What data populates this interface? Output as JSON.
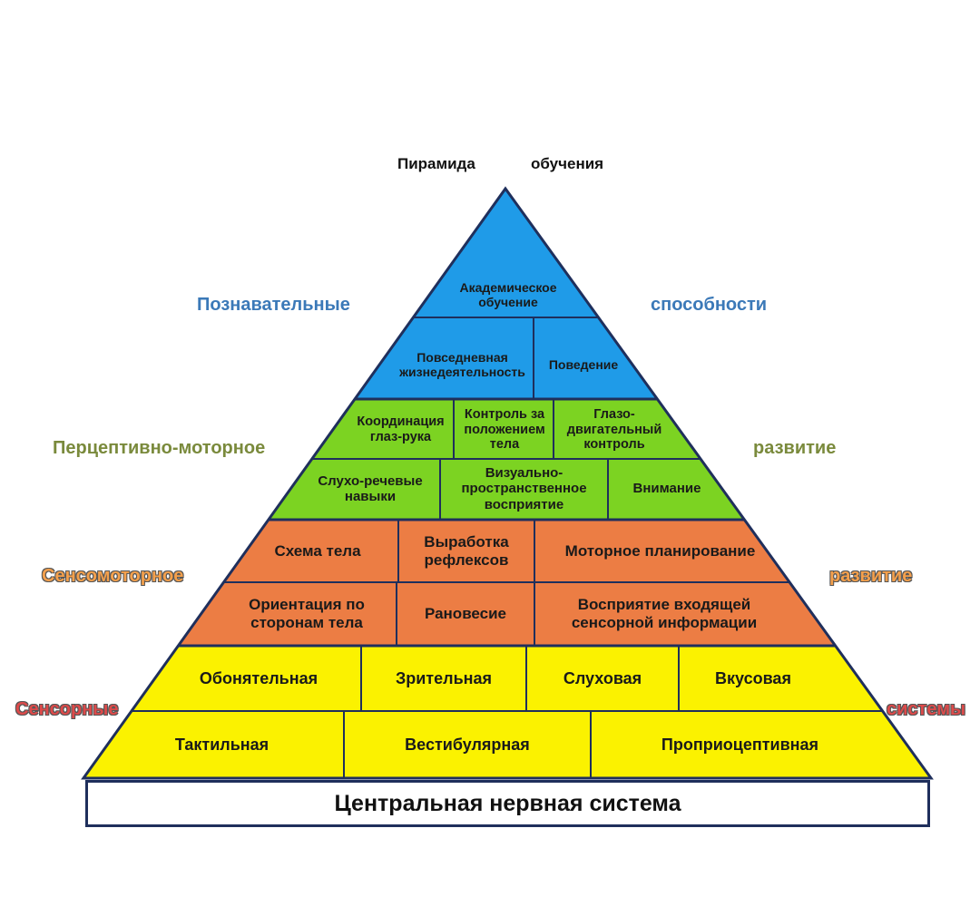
{
  "title": {
    "word1": "Пирамида",
    "word2": "обучения"
  },
  "levels": {
    "cognitive": {
      "left_label": "Познавательные",
      "right_label": "способности",
      "label_color": "#3b79b8",
      "fill_color": "#1f9be8",
      "rows": [
        [
          "Академическое обучение"
        ],
        [
          "Повседневная жизнедеятельность",
          "Поведение"
        ]
      ]
    },
    "perceptual_motor": {
      "left_label": "Перцептивно-моторное",
      "right_label": "развитие",
      "label_color": "#7a8a3c",
      "fill_color": "#7cd322",
      "rows": [
        [
          "Координация глаз-рука",
          "Контроль за положением тела",
          "Глазо-двигательный контроль"
        ],
        [
          "Слухо-речевые навыки",
          "Визуально-пространственное восприятие",
          "Внимание"
        ]
      ]
    },
    "sensorimotor": {
      "left_label": "Сенсомоторное",
      "right_label": "развитие",
      "label_color": "#f4a04c",
      "fill_color": "#ec7d44",
      "rows": [
        [
          "Схема тела",
          "Выработка рефлексов",
          "Моторное планирование"
        ],
        [
          "Ориентация по сторонам тела",
          "Рановесие",
          "Восприятие входящей сенсорной информации"
        ]
      ]
    },
    "sensory": {
      "left_label": "Сенсорные",
      "right_label": "системы",
      "label_color": "#dd4a4a",
      "fill_color": "#fbf200",
      "rows": [
        [
          "Обонятельная",
          "Зрительная",
          "Слуховая",
          "Вкусовая"
        ],
        [
          "Тактильная",
          "Вестибулярная",
          "Проприоцептивная"
        ]
      ]
    }
  },
  "base": {
    "label": "Центральная нервная система"
  }
}
